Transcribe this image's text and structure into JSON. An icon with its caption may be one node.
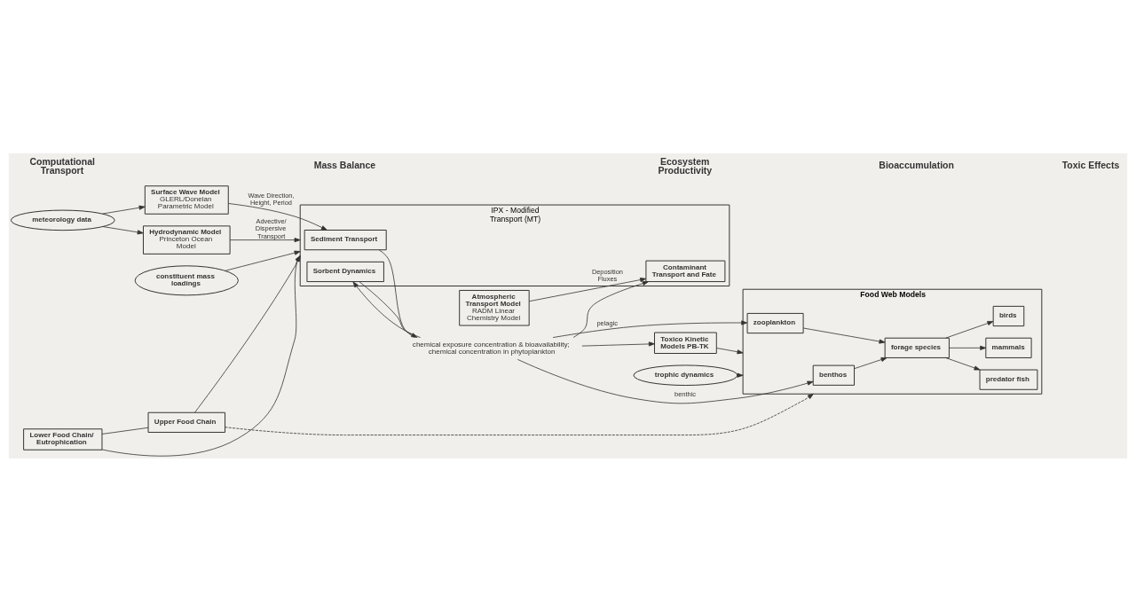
{
  "diagram": {
    "nodes": [
      {
        "text": [
          "Surface Wave Model",
          "GLERL/Donelan Parametric Model"
        ]
      },
      {
        "text": [
          "meteorology data"
        ]
      },
      {
        "text": [
          "Hydrodynamic Model",
          "Princeton Ocean Model"
        ]
      },
      {
        "text": [
          "Atmospheric Transport Model",
          "RADM Linear Chemistry Model"
        ]
      },
      {
        "text": [
          "constituent mass loadings"
        ]
      },
      {
        "text": [
          "IPX - Modified Transport (MT)"
        ]
      },
      {
        "text": [
          "Sediment Transport"
        ],
        "in": 5
      },
      {
        "text": [
          "Sorbent Dynamics"
        ],
        "in": 5
      },
      {
        "text": [
          "Contaminant Transport and Fate"
        ],
        "in": 5
      },
      {
        "text": [
          "Lower Food Chain/ Eutrophication"
        ]
      },
      {
        "text": [
          "Upper Food Chain"
        ]
      },
      {
        "text": [
          "trophic dynamics"
        ]
      },
      {
        "text": [
          "Food Web Models"
        ]
      },
      {
        "text": [
          "birds"
        ],
        "in": 12
      },
      {
        "text": [
          "predator fish"
        ],
        "in": 12
      },
      {
        "text": [
          "mammals"
        ],
        "in": 12
      },
      {
        "text": [
          "forage species"
        ],
        "in": 12
      },
      {
        "text": [
          "zooplankton"
        ],
        "in": 12
      },
      {
        "text": [
          "benthos"
        ],
        "in": 12
      },
      {
        "text": [
          "Toxico Kinetic Models PB-TK"
        ]
      },
      {
        "text": [
          "chemical exposure concentration & bioavailability; chemical concentration in phytoplankton"
        ]
      }
    ],
    "edges": [
      {
        "from": 1,
        "to": 0,
        "arrow": "to"
      },
      {
        "from": 1,
        "to": 2,
        "arrow": "to"
      },
      {
        "from": 0,
        "to": 6,
        "arrow": "to",
        "label": "Wave Direction, Height, Period"
      },
      {
        "from": 2,
        "to": 5,
        "arrow": "to",
        "label": "Advective/ Dispersive Transport"
      },
      {
        "from": 3,
        "to": 8,
        "arrow": "to",
        "label": "Deposition Fluxes"
      },
      {
        "from": 4,
        "to": 5,
        "arrow": "to"
      },
      {
        "from": 6,
        "to": 20,
        "arrow": "none"
      },
      {
        "from": 9,
        "to": 5,
        "arrow": "to"
      },
      {
        "from": 10,
        "to": 5,
        "arrow": "to"
      },
      {
        "from": 20,
        "to": 7,
        "arrow": "to"
      },
      {
        "from": 7,
        "to": 20,
        "arrow": "to"
      },
      {
        "from": 20,
        "to": 8,
        "arrow": "to"
      },
      {
        "from": 9,
        "to": 10,
        "arrow": "none"
      },
      {
        "from": 10,
        "to": 12,
        "arrow": "to",
        "style": "dashed"
      },
      {
        "from": 11,
        "to": 12,
        "arrow": "to"
      },
      {
        "from": 16,
        "to": 14,
        "arrow": "to"
      },
      {
        "from": 16,
        "to": 13,
        "arrow": "to"
      },
      {
        "from": 16,
        "to": 15,
        "arrow": "to"
      },
      {
        "from": 18,
        "to": 16,
        "arrow": "to"
      },
      {
        "from": 17,
        "to": 16,
        "arrow": "to"
      },
      {
        "from": 20,
        "to": 18,
        "arrow": "to",
        "label": "benthic"
      },
      {
        "from": 20,
        "to": 17,
        "arrow": "to",
        "label": "pelagic"
      },
      {
        "from": 20,
        "to": 19,
        "arrow": "to"
      },
      {
        "from": 19,
        "to": 12,
        "arrow": "to"
      }
    ],
    "labels": [
      "Computational Transport",
      "Mass Balance",
      "Ecosystem Productivity",
      "Bioaccumulation",
      "Toxic Effects"
    ]
  }
}
